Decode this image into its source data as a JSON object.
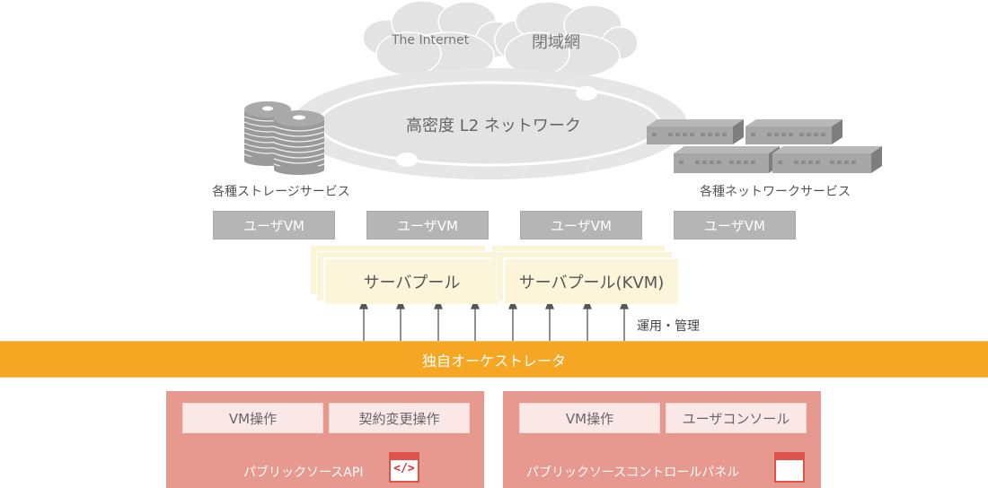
{
  "clouds": {
    "internet": "The Internet",
    "closed_network": "閉域網"
  },
  "network": {
    "label": "高密度 L2 ネットワーク"
  },
  "storage": {
    "label": "各種ストレージサービス"
  },
  "network_services": {
    "label": "各種ネットワークサービス"
  },
  "user_vms": [
    "ユーザVM",
    "ユーザVM",
    "ユーザVM",
    "ユーザVM"
  ],
  "server_pools": [
    "サーバプール",
    "サーバプール(KVM)"
  ],
  "management_label": "運用・管理",
  "orchestrator": "独自オーケストレータ",
  "panels": [
    {
      "title": "パブリックソースAPI",
      "ops": [
        "VM操作",
        "契約変更操作"
      ],
      "icon": "code-window-icon",
      "icon_text": "</>"
    },
    {
      "title": "パブリックソースコントロールパネル",
      "ops": [
        "VM操作",
        "ユーザコンソール"
      ],
      "icon": "browser-window-icon"
    }
  ],
  "colors": {
    "orchestrator": "#f5a623",
    "panel": "#e8998f",
    "pool": "#fdf5da",
    "vm": "#b5b5b5",
    "icon_accent": "#e0534d"
  }
}
